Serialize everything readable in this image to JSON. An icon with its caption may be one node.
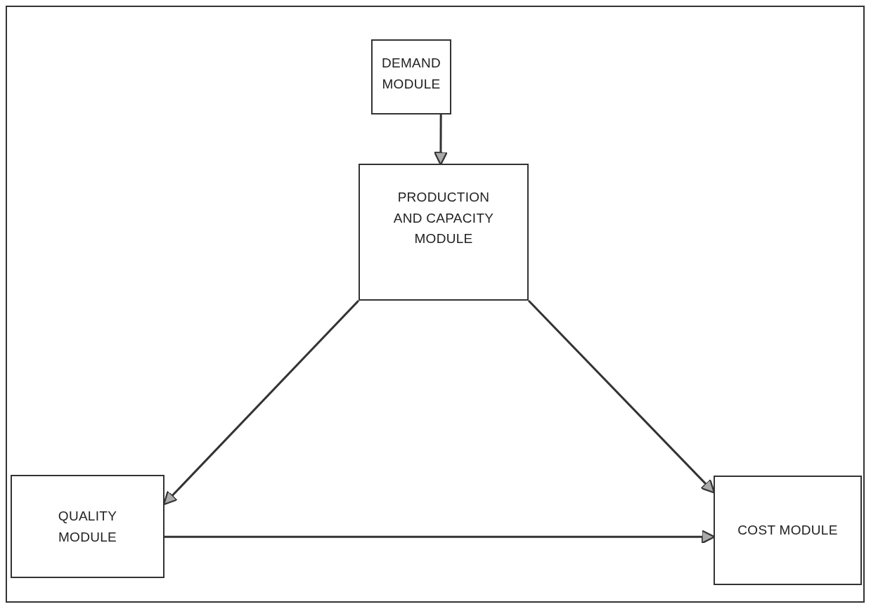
{
  "diagram": {
    "nodes": [
      {
        "text": [
          "DEMAND MODULE"
        ]
      },
      {
        "text": [
          "PRODUCTION AND CAPACITY MODULE"
        ]
      },
      {
        "text": [
          "QUALITY MODULE"
        ]
      },
      {
        "text": [
          "COST MODULE"
        ]
      }
    ],
    "edges": [
      {
        "from": 0,
        "to": 1,
        "arrow": "to"
      },
      {
        "from": 1,
        "to": 2,
        "arrow": "to"
      },
      {
        "from": 1,
        "to": 3,
        "arrow": "to"
      },
      {
        "from": 2,
        "to": 3,
        "arrow": "to"
      }
    ]
  }
}
